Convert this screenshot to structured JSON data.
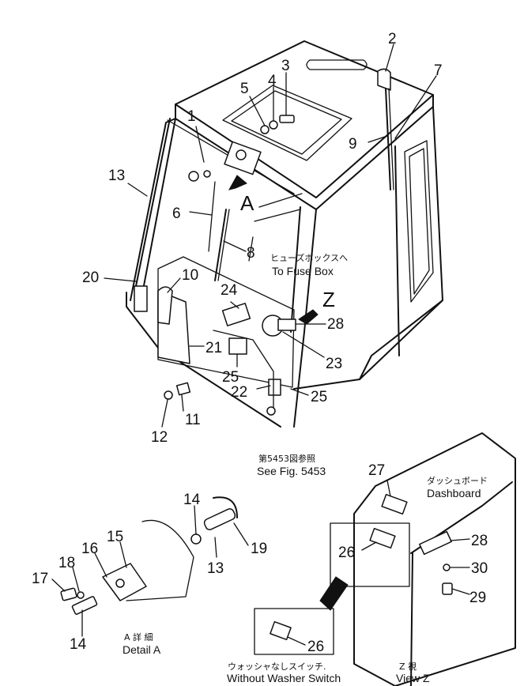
{
  "callouts": [
    {
      "id": "1",
      "text": "1"
    },
    {
      "id": "2",
      "text": "2"
    },
    {
      "id": "3",
      "text": "3"
    },
    {
      "id": "4",
      "text": "4"
    },
    {
      "id": "5",
      "text": "5"
    },
    {
      "id": "6",
      "text": "6"
    },
    {
      "id": "7",
      "text": "7"
    },
    {
      "id": "8",
      "text": "8"
    },
    {
      "id": "9",
      "text": "9"
    },
    {
      "id": "10",
      "text": "10"
    },
    {
      "id": "11",
      "text": "11"
    },
    {
      "id": "12",
      "text": "12"
    },
    {
      "id": "13",
      "text": "13"
    },
    {
      "id": "13b",
      "text": "13"
    },
    {
      "id": "14",
      "text": "14"
    },
    {
      "id": "14b",
      "text": "14"
    },
    {
      "id": "15",
      "text": "15"
    },
    {
      "id": "16",
      "text": "16"
    },
    {
      "id": "17",
      "text": "17"
    },
    {
      "id": "18",
      "text": "18"
    },
    {
      "id": "19",
      "text": "19"
    },
    {
      "id": "20",
      "text": "20"
    },
    {
      "id": "21",
      "text": "21"
    },
    {
      "id": "22",
      "text": "22"
    },
    {
      "id": "23",
      "text": "23"
    },
    {
      "id": "24",
      "text": "24"
    },
    {
      "id": "25",
      "text": "25"
    },
    {
      "id": "25b",
      "text": "25"
    },
    {
      "id": "26",
      "text": "26"
    },
    {
      "id": "26b",
      "text": "26"
    },
    {
      "id": "27",
      "text": "27"
    },
    {
      "id": "28",
      "text": "28"
    },
    {
      "id": "28b",
      "text": "28"
    },
    {
      "id": "29",
      "text": "29"
    },
    {
      "id": "30",
      "text": "30"
    }
  ],
  "view_markers": {
    "a": "A",
    "z": "Z"
  },
  "captions": {
    "fuse_box_jp": "ヒューズボックスへ",
    "fuse_box_en": "To Fuse Box",
    "see_fig_jp": "第5453図参照",
    "see_fig_en": "See Fig. 5453",
    "dashboard_jp": "ダッシュボード",
    "dashboard_en": "Dashboard",
    "detail_a_jp": "A 詳 細",
    "detail_a_en": "Detail A",
    "washer_jp": "ウォッシャなしスイッチ.",
    "washer_en": "Without Washer Switch",
    "view_z_jp": "Z 視",
    "view_z_en": "View Z"
  }
}
